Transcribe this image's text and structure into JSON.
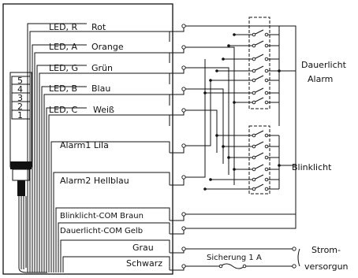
{
  "labels": {
    "led_r": "LED, R",
    "rot": "Rot",
    "led_a": "LED, A",
    "orange": "Orange",
    "led_g": "LED, G",
    "gruen": "Grün",
    "led_b": "LED, B",
    "blau": "Blau",
    "led_c": "LED, C",
    "weiss": "Weiß",
    "alarm1": "Alarm1 Lila",
    "alarm2": "Alarm2 Hellblau",
    "blink_com": "Blinklicht-COM Braun",
    "dauer_com": "Dauerlicht-COM Gelb",
    "grau": "Grau",
    "schwarz": "Schwarz",
    "sicherung": "Sicherung 1 A",
    "strom_1": "Strom-",
    "strom_2": "versorgun",
    "dauer_1": "Dauerlicht",
    "dauer_2": "Alarm",
    "blinklicht": "Blinklicht"
  },
  "tower_segments": [
    "5",
    "4",
    "3",
    "2",
    "1"
  ],
  "colors": {
    "line": "#111111",
    "background": "#ffffff"
  }
}
